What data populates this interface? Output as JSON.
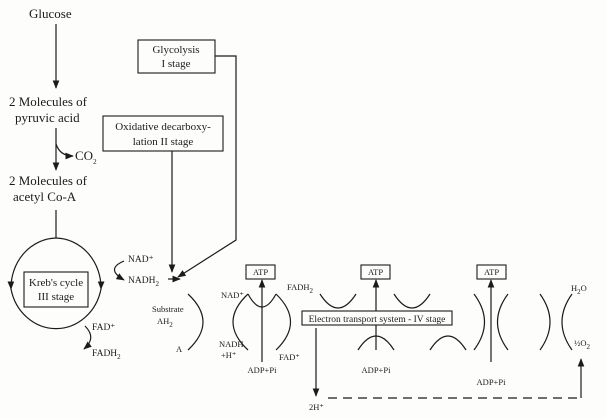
{
  "steps": {
    "glucose": "Glucose",
    "pyruvic_line1": "2 Molecules of",
    "pyruvic_line2": "pyruvic acid",
    "co2": "CO",
    "co2_sub": "2",
    "acetyl_line1": "2 Molecules of",
    "acetyl_line2": "acetyl Co-A"
  },
  "stages": {
    "glycolysis_line1": "Glycolysis",
    "glycolysis_line2": "I stage",
    "oxidative_line1": "Oxidative decarboxy-",
    "oxidative_line2": "lation II stage",
    "krebs_line1": "Kreb's cycle",
    "krebs_line2": "III stage",
    "electron_transport": "Electron transport system - IV stage"
  },
  "krebs_side": {
    "nad_plus": "NAD⁺",
    "nadh2": "NADH",
    "nadh2_sub": "2",
    "fad_plus": "FAD⁺",
    "fadh2": "FADH",
    "fadh2_sub": "2"
  },
  "chain": {
    "substrate_line1": "Substrate",
    "substrate_line2": "AH",
    "substrate_sub": "2",
    "a": "A",
    "nad_plus": "NAD⁺",
    "nadh_line1": "NADH",
    "nadh_line2": "+H⁺",
    "fadh2": "FADH",
    "fadh2_sub": "2",
    "fad_plus": "FAD⁺",
    "atp": [
      "ATP",
      "ATP",
      "ATP"
    ],
    "adp_pi": [
      "ADP+Pi",
      "ADP+Pi",
      "ADP+Pi"
    ],
    "two_h_plus": "2H⁺",
    "water": "H",
    "water_sub": "2",
    "water_tail": "O",
    "half_o2": "½O",
    "half_o2_sub": "2"
  }
}
